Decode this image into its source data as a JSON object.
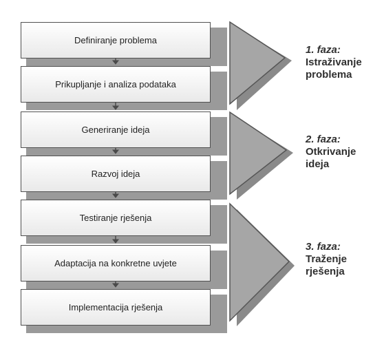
{
  "steps": [
    "Definiranje problema",
    "Prikupljanje i analiza podataka",
    "Generiranje ideja",
    "Razvoj ideja",
    "Testiranje rješenja",
    "Adaptacija na konkretne uvjete",
    "Implementacija rješenja"
  ],
  "phases": [
    {
      "number": "1. faza:",
      "name_line1": "Istraživanje",
      "name_line2": "problema"
    },
    {
      "number": "2. faza:",
      "name_line1": "Otkrivanje",
      "name_line2": "ideja"
    },
    {
      "number": "3. faza:",
      "name_line1": "Traženje",
      "name_line2": "rješenja"
    }
  ],
  "colors": {
    "box_border": "#505050",
    "shadow": "#9a9a9a",
    "triangle_fill": "#a6a6a6",
    "triangle_shadow": "#8a8a8a",
    "arrow": "#4a4a4a",
    "phase_text": "#303030"
  }
}
